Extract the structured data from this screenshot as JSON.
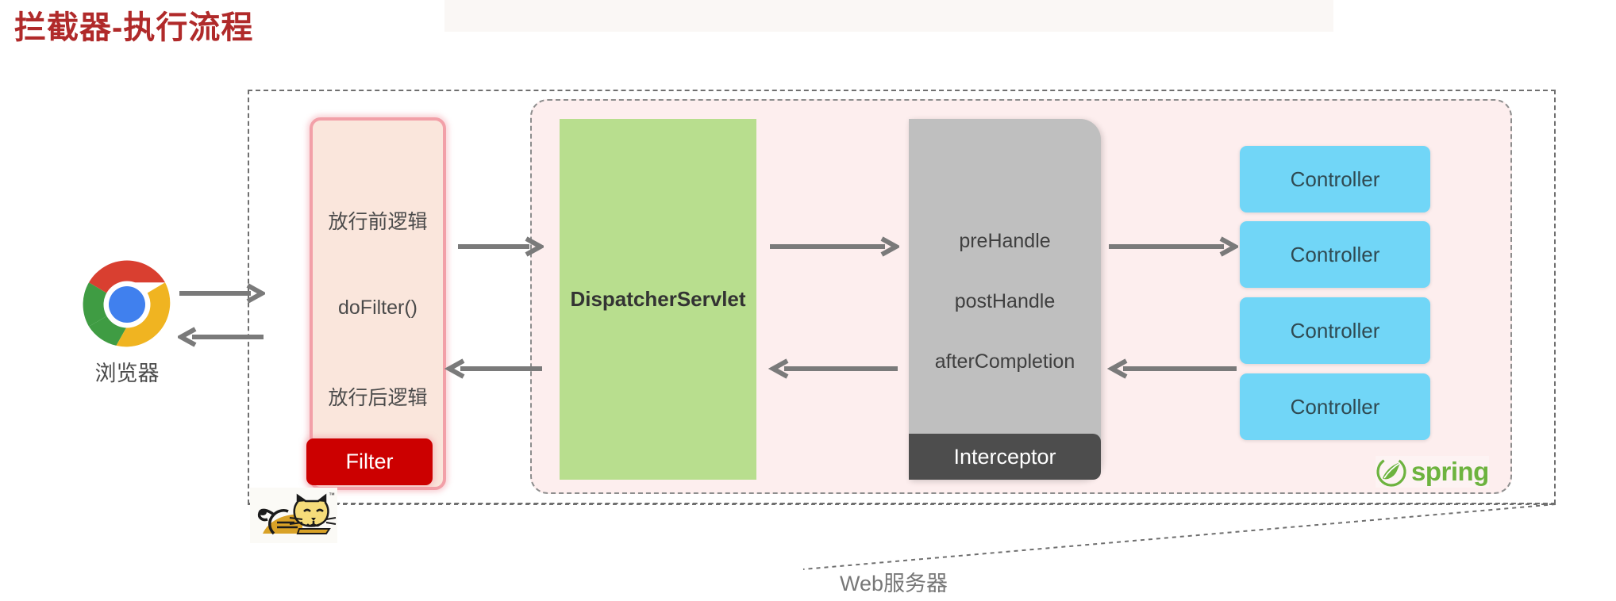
{
  "page": {
    "title": "拦截器-执行流程",
    "title_color": "#b02a2a"
  },
  "diagram": {
    "type": "flow",
    "browser": {
      "icon": "chrome-browser-icon",
      "label": "浏览器"
    },
    "web_server": {
      "label": "Web服务器",
      "border_style": "dashed",
      "tomcat_icon": "tomcat-cat-icon"
    },
    "spring_panel": {
      "background": "#fdeeee",
      "border_style": "dashed",
      "logo_text": "spring",
      "logo_color": "#6db33f"
    },
    "filter": {
      "label": "Filter",
      "label_color": "#cc0000",
      "border_color": "#f2a0a8",
      "fill_color": "#fae6dc",
      "steps": [
        "放行前逻辑",
        "doFilter()",
        "放行后逻辑"
      ]
    },
    "dispatcher": {
      "label": "DispatcherServlet",
      "fill_color": "#b8de8e"
    },
    "interceptor": {
      "label": "Interceptor",
      "label_color": "#4d4d4d",
      "fill_color": "#bfbfbf",
      "steps": [
        "preHandle",
        "postHandle",
        "afterCompletion"
      ]
    },
    "controllers": [
      {
        "label": "Controller"
      },
      {
        "label": "Controller"
      },
      {
        "label": "Controller"
      },
      {
        "label": "Controller"
      }
    ],
    "arrow_color": "#7a7a7a"
  }
}
